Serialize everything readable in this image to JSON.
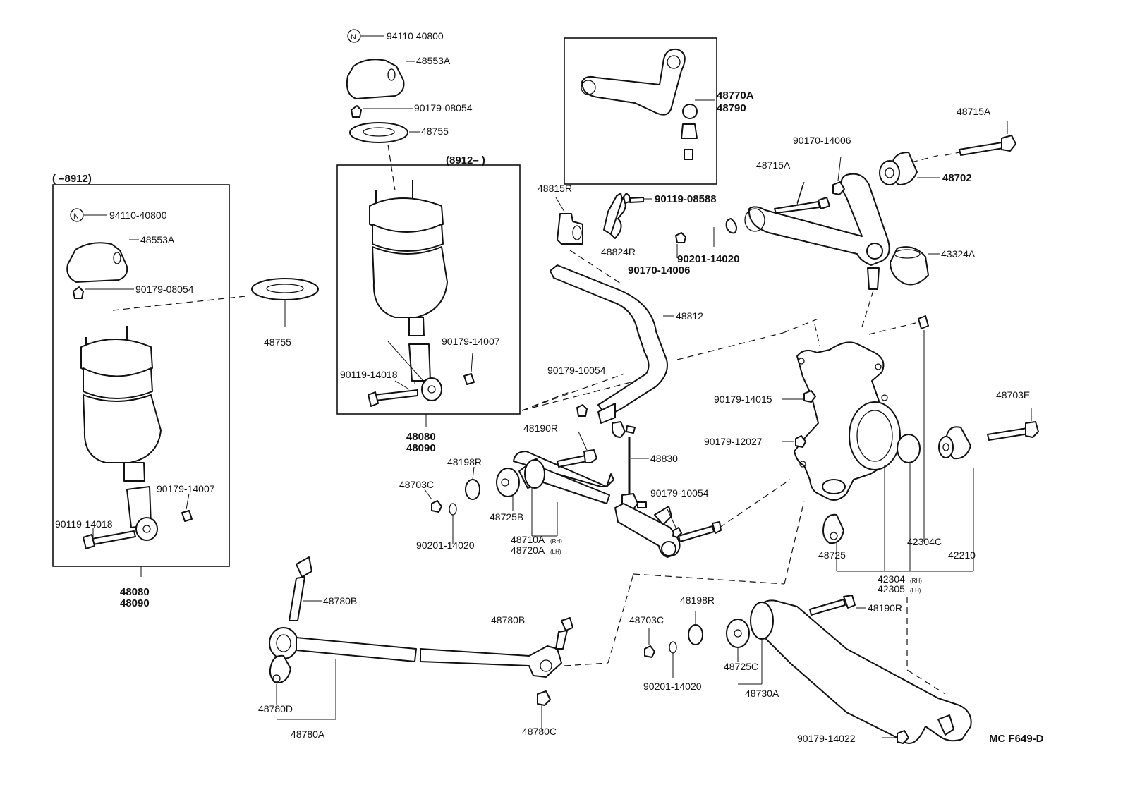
{
  "labels": {
    "upper_kit_n": "94110 40800",
    "upper_kit_mount": "48553A",
    "upper_kit_nut": "90179-08054",
    "upper_kit_plate": "48755",
    "center_box_range": "(8912–       )",
    "center_bolt": "90119-14018",
    "center_nut": "90179-14007",
    "center_assy_1": "48080",
    "center_assy_2": "48090",
    "left_box_range": "(       –8912)",
    "left_n": "94110-40800",
    "left_mount": "48553A",
    "left_nut": "90179-08054",
    "left_plate": "48755",
    "left_nut2": "90179-14007",
    "left_bolt": "90119-14018",
    "left_assy_1": "48080",
    "left_assy_2": "48090",
    "upper_arm_1": "48770A",
    "upper_arm_2": "48790",
    "bushing_bracket": "48815R",
    "bracket_bolt": "90119-08588",
    "bracket": "48824R",
    "bracket_nut": "90170-14006",
    "washer_20": "90201-14020",
    "ua_bolt_a": "48715A",
    "ua_nut": "90170-14006",
    "ua_bolt_b": "48715A",
    "ua_bushing": "48702",
    "boot": "43324A",
    "stabilizer_bar": "48812",
    "stab_nut": "90179-10054",
    "link_rod": "48830",
    "link_nut": "90179-10054",
    "knuckle_nut_1": "90179-14015",
    "knuckle_nut_2": "90179-12027",
    "rear_bolt": "48703E",
    "arm_bolt": "48190R",
    "cam_plate": "48198R",
    "arm_nut": "48703C",
    "arm_washer": "90201-14020",
    "arm_bushing": "48725B",
    "lower_arm_rh": "48710A",
    "lower_arm_lh": "48720A",
    "bush_48725": "48725",
    "hub_bush": "42304C",
    "hub_bearing": "42210",
    "knuckle_rh": "42304",
    "knuckle_lh": "42305",
    "rh": "(RH)",
    "lh": "(LH)",
    "strut_bolt_a": "48780B",
    "strut_bolt_b": "48780B",
    "strut_bush": "48780D",
    "strut_nut": "48780C",
    "strut_rod": "48780A",
    "la2_cam": "48198R",
    "la2_nut": "48703C",
    "la2_washer": "90201-14020",
    "la2_bush": "48725C",
    "la2_arm": "48730A",
    "la2_bolt": "48190R",
    "la2_nut2": "90179-14022",
    "diagram_code": "MC F649-D"
  }
}
